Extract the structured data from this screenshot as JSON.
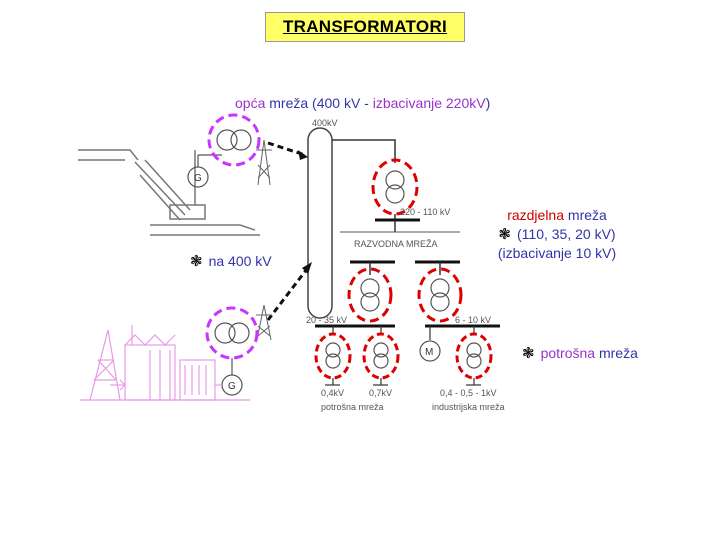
{
  "title": "TRANSFORMATORI",
  "heading": {
    "part1": "opća",
    "part2": " mreža (400 kV - ",
    "part3": "izbacivanje 220kV",
    "part4": ")"
  },
  "left_label": "na 400 kV",
  "right_label": {
    "line1_a": "razdjelna",
    "line1_b": " mreža",
    "line2": "(110, 35, 20 kV)",
    "line3": "(izbacivanje 10 kV)"
  },
  "consumer_label": {
    "a": "potrošna",
    "b": " mreža"
  },
  "diagram_labels": {
    "v400": "400kV",
    "v220_110": "220 - 110 kV",
    "razvodna": "RAZVODNA MREŽA",
    "v20_35": "20 - 35 kV",
    "v6_10": "6 - 10 kV",
    "v04": "0,4kV",
    "v07": "0,7kV",
    "v04_1": "0,4 - 0,5 - 1kV",
    "potrosna": "potrošna mreža",
    "industrijska": "industrijska mreža",
    "motor": "M",
    "gen1": "G",
    "gen2": "G"
  },
  "colors": {
    "accent_purple": "#cc33ff",
    "accent_red": "#dd0000",
    "title_bg": "#ffff66"
  }
}
